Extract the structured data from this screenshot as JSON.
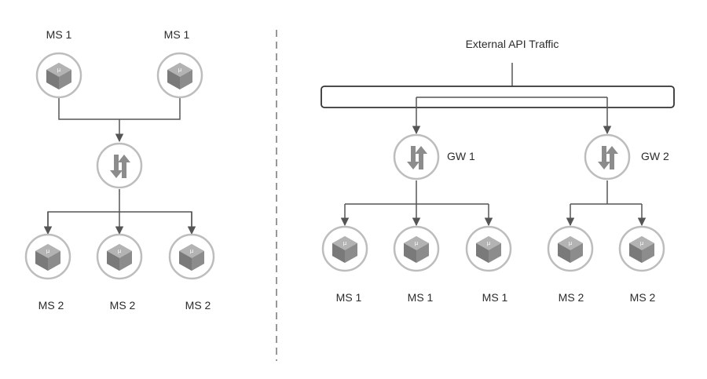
{
  "left_panel": {
    "top_services": [
      {
        "label": "MS 1"
      },
      {
        "label": "MS 1"
      }
    ],
    "bottom_services": [
      {
        "label": "MS 2"
      },
      {
        "label": "MS 2"
      },
      {
        "label": "MS 2"
      }
    ]
  },
  "right_panel": {
    "traffic_label": "External API Traffic",
    "gateways": [
      {
        "label": "GW 1",
        "services": [
          {
            "label": "MS 1"
          },
          {
            "label": "MS 1"
          },
          {
            "label": "MS 1"
          }
        ]
      },
      {
        "label": "GW 2",
        "services": [
          {
            "label": "MS 2"
          },
          {
            "label": "MS 2"
          }
        ]
      }
    ]
  },
  "icons": {
    "microservice": "microservice-cube-icon",
    "gateway": "up-down-arrows-icon"
  },
  "colors": {
    "node_ring": "#bdbdbd",
    "icon_fill": "#8c8c8c",
    "connector": "#555555",
    "divider": "#777777"
  }
}
